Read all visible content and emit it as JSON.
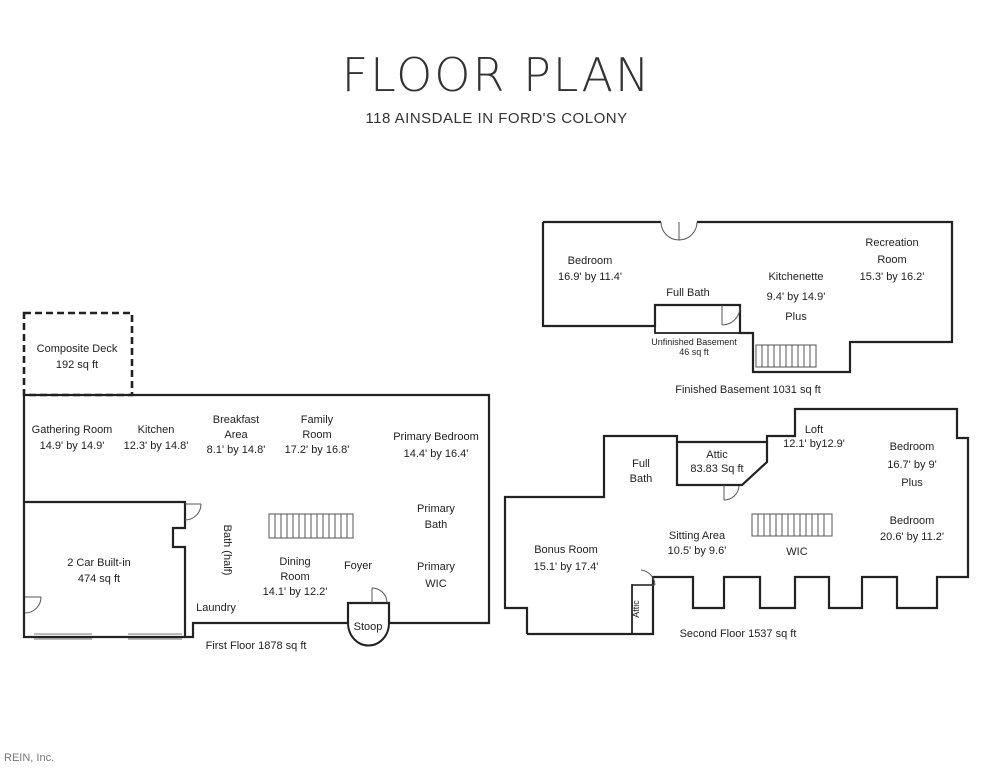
{
  "header": {
    "title": "FLOOR PLAN",
    "subtitle": "118 AINSDALE IN FORD'S COLONY"
  },
  "basement": {
    "bedroom": [
      "Bedroom",
      "16.9' by 11.4'"
    ],
    "full_bath": "Full Bath",
    "kitchenette": [
      "Kitchenette",
      "9.4' by 14.9'",
      "Plus"
    ],
    "recreation": [
      "Recreation",
      "Room",
      "15.3' by 16.2'"
    ],
    "unfinished": [
      "Unfinished Basement",
      "46 sq ft"
    ],
    "caption": "Finished Basement 1031 sq ft"
  },
  "first_floor": {
    "deck": [
      "Composite Deck",
      "192 sq ft"
    ],
    "gathering": [
      "Gathering Room",
      "14.9' by 14.9'"
    ],
    "kitchen": [
      "Kitchen",
      "12.3' by 14.8'"
    ],
    "breakfast": [
      "Breakfast",
      "Area",
      "8.1' by 14.8'"
    ],
    "family": [
      "Family",
      "Room",
      "17.2' by 16.8'"
    ],
    "primary_bedroom": [
      "Primary Bedroom",
      "14.4' by 16.4'"
    ],
    "primary_bath": [
      "Primary",
      "Bath"
    ],
    "primary_wic": [
      "Primary",
      "WIC"
    ],
    "garage": [
      "2 Car Built-in",
      "474 sq ft"
    ],
    "half_bath": "Bath (half)",
    "dining": [
      "Dining",
      "Room",
      "14.1' by 12.2'"
    ],
    "foyer": "Foyer",
    "laundry": "Laundry",
    "stoop": "Stoop",
    "caption": "First Floor 1878 sq ft"
  },
  "second_floor": {
    "full_bath": [
      "Full",
      "Bath"
    ],
    "attic_large": [
      "Attic",
      "83.83 Sq ft"
    ],
    "loft": [
      "Loft",
      "12.1' by12.9'"
    ],
    "bedroom1": [
      "Bedroom",
      "16.7' by 9'",
      "Plus"
    ],
    "bedroom2": [
      "Bedroom",
      "20.6' by 11.2'"
    ],
    "bonus": [
      "Bonus Room",
      "15.1' by 17.4'"
    ],
    "sitting": [
      "Sitting Area",
      "10.5' by 9.6'"
    ],
    "wic": "WIC",
    "attic_small": "Attic",
    "caption": "Second Floor 1537 sq ft"
  },
  "credit": "REIN, Inc."
}
